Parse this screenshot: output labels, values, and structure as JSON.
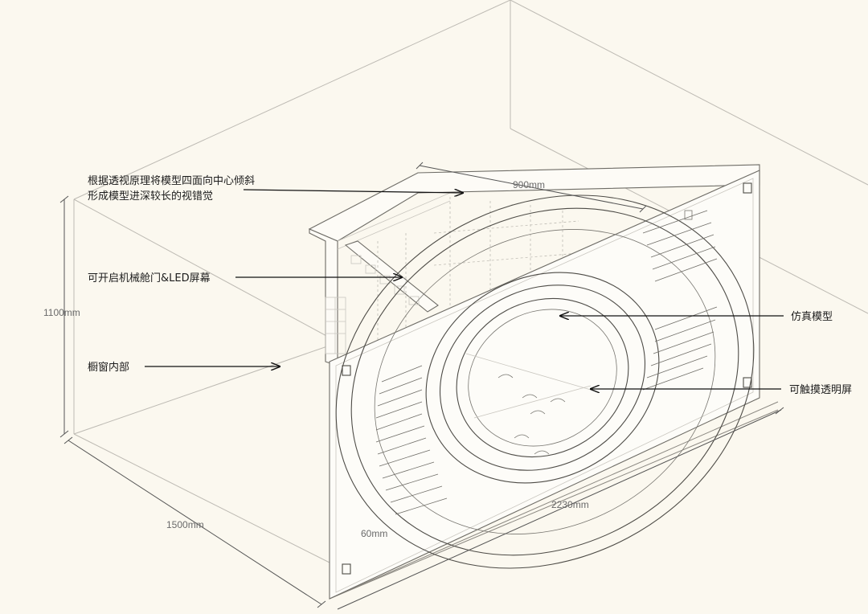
{
  "annotations": {
    "perspective_line1": "根据透视原理将模型四面向中心倾斜",
    "perspective_line2": "形成模型进深较长的视错觉",
    "hatch_screen": "可开启机械舱门&LED屏幕",
    "interior": "橱窗内部",
    "model": "仿真模型",
    "touch_screen": "可触摸透明屏"
  },
  "dimensions": {
    "height": "1100mm",
    "depth": "1500mm",
    "width": "2230mm",
    "inner_width": "900mm",
    "frame": "60mm"
  },
  "colors": {
    "background": "#fbf8ef",
    "line": "#6e6c66",
    "text": "#1c1c1c"
  }
}
